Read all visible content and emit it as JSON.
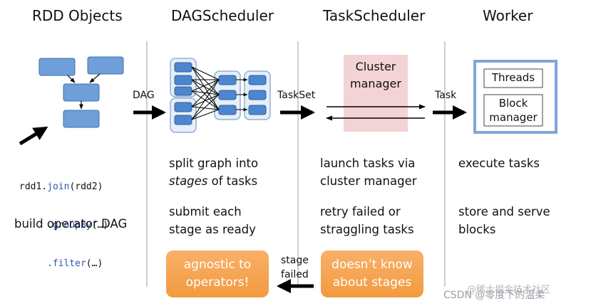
{
  "columns": {
    "rdd": {
      "title": "RDD Objects",
      "code_line1_pre": "rdd1.",
      "code_line1_kw": "join",
      "code_line1_post": "(rdd2)",
      "code_line2_kw": ".groupBy",
      "code_line2_post": "(…)",
      "code_line3_kw": ".filter",
      "code_line3_post": "(…)",
      "caption": "build operator DAG"
    },
    "dag": {
      "title": "DAGScheduler",
      "desc1_l1": "split graph into",
      "desc1_l2_em": "stages",
      "desc1_l2_rest": " of tasks",
      "desc2_l1": "submit each",
      "desc2_l2": "stage as ready",
      "badge_l1": "agnostic to",
      "badge_l2": "operators!"
    },
    "task": {
      "title": "TaskScheduler",
      "cluster_l1": "Cluster",
      "cluster_l2": "manager",
      "desc1_l1": "launch tasks via",
      "desc1_l2": "cluster manager",
      "desc2_l1": "retry failed or",
      "desc2_l2": "straggling tasks",
      "badge_l1": "doesn’t know",
      "badge_l2": "about stages"
    },
    "worker": {
      "title": "Worker",
      "threads": "Threads",
      "block_l1": "Block",
      "block_l2": "manager",
      "desc1": "execute tasks",
      "desc2_l1": "store and serve",
      "desc2_l2": "blocks"
    }
  },
  "arrows": {
    "dag": "DAG",
    "taskset": "TaskSet",
    "task": "Task",
    "stage_failed_l1": "stage",
    "stage_failed_l2": "failed"
  },
  "watermark": "CSDN @零度下的温柔",
  "watermark2": "@稀土掘金技术社区",
  "colors": {
    "node_fill": "#6f9fd8",
    "node_stroke": "#3e6fb0",
    "orange": "#f29a3f",
    "cluster_bg": "#f3d3d5",
    "keyword": "#2a59a8"
  }
}
